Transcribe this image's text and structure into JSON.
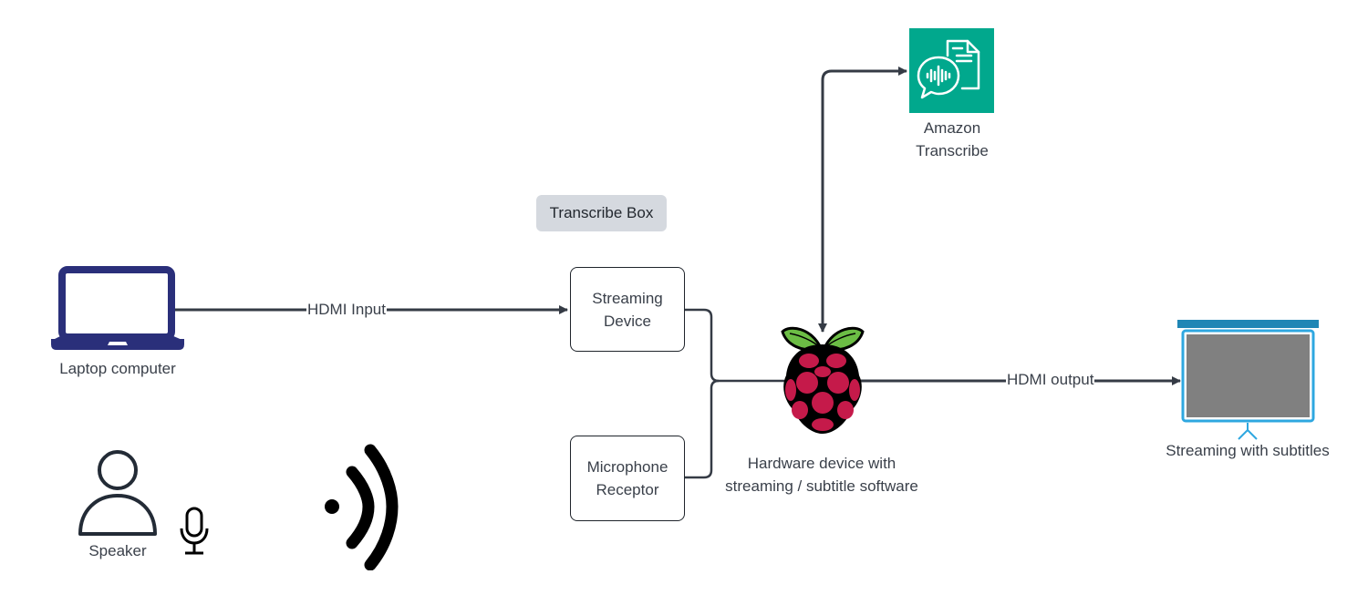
{
  "diagram": {
    "nodes": {
      "laptop": {
        "label": "Laptop computer",
        "icon": "laptop-icon",
        "color": "#2a2f7a"
      },
      "speaker": {
        "label": "Speaker",
        "icon": "person-icon"
      },
      "microphone": {
        "icon": "microphone-icon"
      },
      "soundwave": {
        "icon": "sound-wave-icon"
      },
      "group": {
        "label": "Transcribe Box"
      },
      "streaming_device": {
        "label_line1": "Streaming",
        "label_line2": "Device"
      },
      "microphone_receptor": {
        "label_line1": "Microphone",
        "label_line2": "Receptor"
      },
      "hardware": {
        "label_line1": "Hardware device with",
        "label_line2": "streaming / subtitle software",
        "icon": "raspberry-pi-icon"
      },
      "transcribe": {
        "label_line1": "Amazon",
        "label_line2": "Transcribe",
        "icon": "amazon-transcribe-icon",
        "color": "#01a88d"
      },
      "screen": {
        "label": "Streaming with subtitles",
        "icon": "projector-screen-icon",
        "frame_color": "#2ea7e0",
        "bar_color": "#1f86b5",
        "fill_color": "#808080"
      }
    },
    "edges": [
      {
        "from": "laptop",
        "to": "streaming_device",
        "label": "HDMI Input"
      },
      {
        "from": "streaming_device",
        "to": "hardware",
        "label": ""
      },
      {
        "from": "microphone_receptor",
        "to": "hardware",
        "label": ""
      },
      {
        "from": "hardware",
        "to": "transcribe",
        "label": "",
        "bidirectional": true
      },
      {
        "from": "hardware",
        "to": "screen",
        "label": "HDMI output"
      }
    ],
    "line_color": "#353b45"
  }
}
